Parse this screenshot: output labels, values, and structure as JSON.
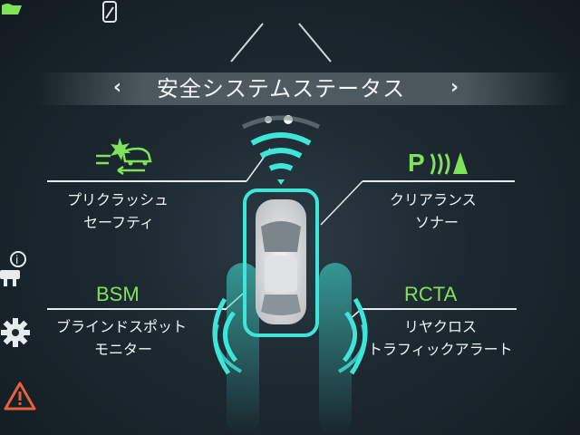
{
  "screen": {
    "title": "安全システムステータス"
  },
  "features": {
    "pcs": {
      "name_lines": [
        "プリクラッシュ",
        "セーフティ"
      ],
      "icon": "pre-collision-icon"
    },
    "sonar": {
      "indicator": "P",
      "name_lines": [
        "クリアランス",
        "ソナー"
      ],
      "icon": "parking-sonar-icon"
    },
    "bsm": {
      "abbr": "BSM",
      "name_lines": [
        "ブラインドスポット",
        "モニター"
      ]
    },
    "rcta": {
      "abbr": "RCTA",
      "name_lines": [
        "リヤクロス",
        "トラフィックアラート"
      ]
    }
  },
  "sidebar": {
    "icons": [
      "car-status-icon",
      "vehicle-info-icon",
      "gear-icon",
      "warning-icon"
    ]
  },
  "colors": {
    "accent_green": "#7fe35a",
    "sensor_cyan": "#3fe6d8",
    "text": "#f0f4f5"
  }
}
